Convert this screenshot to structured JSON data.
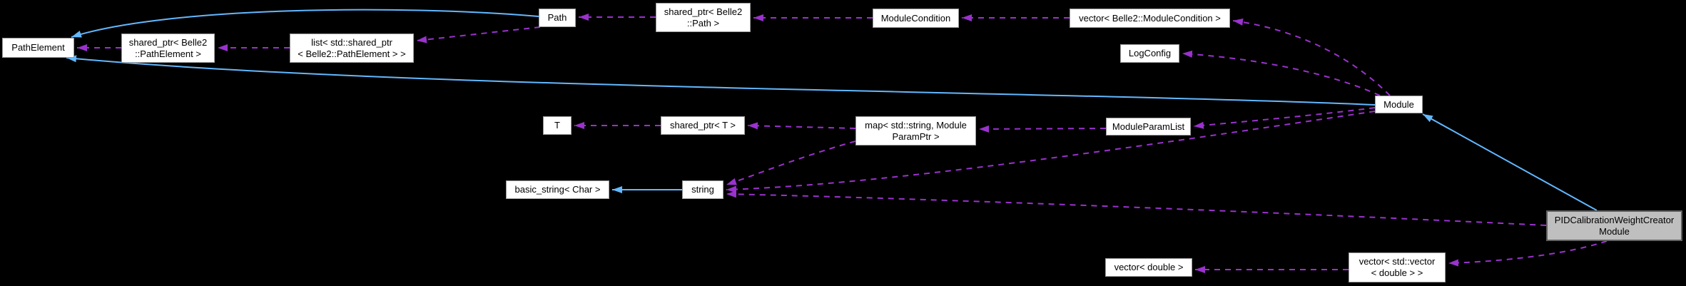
{
  "diagram": {
    "type": "doxygen-collaboration-graph",
    "background_color": "#000000",
    "colors": {
      "inheritance_arrow": "#63b8ff",
      "usage_arrow": "#9a32cd",
      "node_fill": "#ffffff",
      "node_border": "#9a9a9a",
      "highlight_node_fill": "#bfbfbf",
      "highlight_node_border": "#5f5f5f",
      "text": "#000000"
    },
    "nodes": [
      {
        "id": "path-element",
        "label": "PathElement",
        "highlighted": false
      },
      {
        "id": "shared-ptr-belle2-pathelement",
        "label": "shared_ptr< Belle2\n::PathElement >",
        "highlighted": false
      },
      {
        "id": "list-std-shared-ptr-belle2-pathelement",
        "label": "list< std::shared_ptr\n< Belle2::PathElement > >",
        "highlighted": false
      },
      {
        "id": "path",
        "label": "Path",
        "highlighted": false
      },
      {
        "id": "shared-ptr-belle2-path",
        "label": "shared_ptr< Belle2\n::Path >",
        "highlighted": false
      },
      {
        "id": "module-condition",
        "label": "ModuleCondition",
        "highlighted": false
      },
      {
        "id": "vector-belle2-modulecondition",
        "label": "vector< Belle2::ModuleCondition >",
        "highlighted": false
      },
      {
        "id": "log-config",
        "label": "LogConfig",
        "highlighted": false
      },
      {
        "id": "module",
        "label": "Module",
        "highlighted": false
      },
      {
        "id": "t",
        "label": "T",
        "highlighted": false
      },
      {
        "id": "shared-ptr-t",
        "label": "shared_ptr< T >",
        "highlighted": false
      },
      {
        "id": "map-std-string-moduleparamptr",
        "label": "map< std::string, Module\nParamPtr >",
        "highlighted": false
      },
      {
        "id": "module-param-list",
        "label": "ModuleParamList",
        "highlighted": false
      },
      {
        "id": "basic-string-char",
        "label": "basic_string< Char >",
        "highlighted": false
      },
      {
        "id": "string",
        "label": "string",
        "highlighted": false
      },
      {
        "id": "pid-calibration-weight-creator-module",
        "label": "PIDCalibrationWeightCreator\nModule",
        "highlighted": true
      },
      {
        "id": "vector-std-vector-double",
        "label": "vector< std::vector\n< double > >",
        "highlighted": false
      },
      {
        "id": "vector-double",
        "label": "vector< double >",
        "highlighted": false
      }
    ],
    "edges": [
      {
        "from": "path",
        "to": "path-element",
        "relation": "inherits"
      },
      {
        "from": "module",
        "to": "path-element",
        "relation": "inherits"
      },
      {
        "from": "string",
        "to": "basic-string-char",
        "relation": "inherits"
      },
      {
        "from": "pid-calibration-weight-creator-module",
        "to": "module",
        "relation": "inherits"
      },
      {
        "from": "shared-ptr-belle2-pathelement",
        "to": "path-element",
        "relation": "uses"
      },
      {
        "from": "list-std-shared-ptr-belle2-pathelement",
        "to": "shared-ptr-belle2-pathelement",
        "relation": "uses"
      },
      {
        "from": "path",
        "to": "list-std-shared-ptr-belle2-pathelement",
        "relation": "uses"
      },
      {
        "from": "shared-ptr-belle2-path",
        "to": "path",
        "relation": "uses"
      },
      {
        "from": "module-condition",
        "to": "shared-ptr-belle2-path",
        "relation": "uses"
      },
      {
        "from": "vector-belle2-modulecondition",
        "to": "module-condition",
        "relation": "uses"
      },
      {
        "from": "module",
        "to": "vector-belle2-modulecondition",
        "relation": "uses"
      },
      {
        "from": "module",
        "to": "log-config",
        "relation": "uses"
      },
      {
        "from": "module",
        "to": "module-param-list",
        "relation": "uses"
      },
      {
        "from": "module-param-list",
        "to": "map-std-string-moduleparamptr",
        "relation": "uses"
      },
      {
        "from": "map-std-string-moduleparamptr",
        "to": "shared-ptr-t",
        "relation": "uses"
      },
      {
        "from": "shared-ptr-t",
        "to": "t",
        "relation": "uses"
      },
      {
        "from": "map-std-string-moduleparamptr",
        "to": "string",
        "relation": "uses"
      },
      {
        "from": "module",
        "to": "string",
        "relation": "uses"
      },
      {
        "from": "pid-calibration-weight-creator-module",
        "to": "string",
        "relation": "uses"
      },
      {
        "from": "pid-calibration-weight-creator-module",
        "to": "vector-std-vector-double",
        "relation": "uses"
      },
      {
        "from": "vector-std-vector-double",
        "to": "vector-double",
        "relation": "uses"
      }
    ]
  }
}
